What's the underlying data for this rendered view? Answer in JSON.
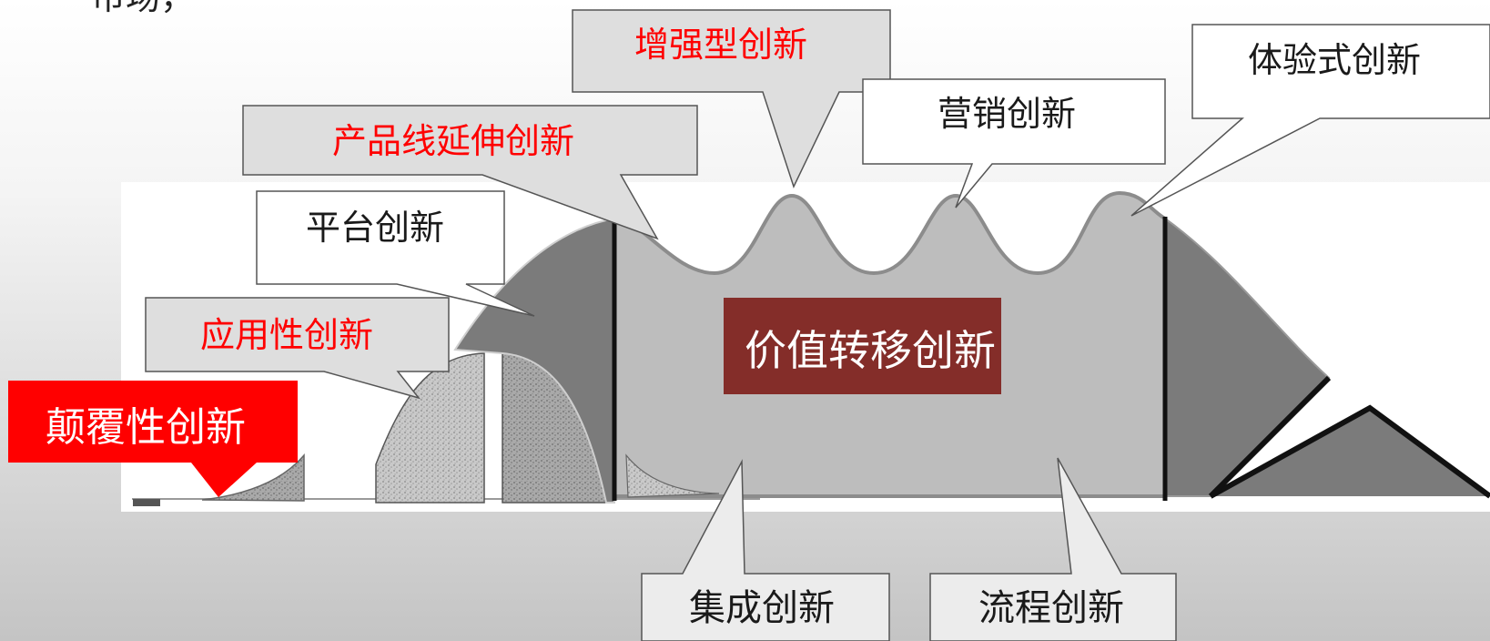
{
  "top_fragment": "市场，",
  "diagram": {
    "center_label": "价值转移创新",
    "callouts": {
      "disruptive": "颠覆性创新",
      "application": "应用性创新",
      "platform": "平台创新",
      "line_extension": "产品线延伸创新",
      "enhanced": "增强型创新",
      "marketing": "营销创新",
      "experiential": "体验式创新",
      "integration": "集成创新",
      "process": "流程创新"
    },
    "colors": {
      "emphasis_text": "#ff0000",
      "disruptive_box": "#ff0000",
      "center_box": "#842d29",
      "callout_gray": "#dedede",
      "callout_white": "#ffffff",
      "curve_dark": "#7a7a7a",
      "curve_light": "#b9b9b9"
    }
  }
}
